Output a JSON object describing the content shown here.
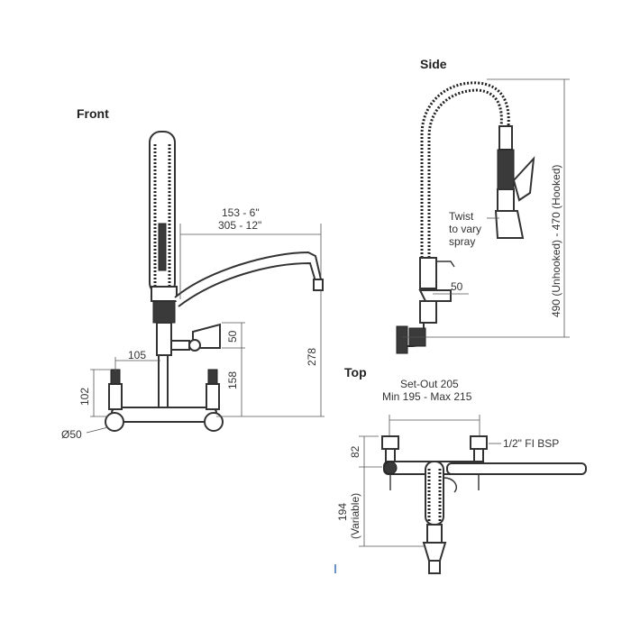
{
  "views": {
    "front": "Front",
    "side": "Side",
    "top": "Top"
  },
  "front_dims": {
    "reach_a": "153 - 6\"",
    "reach_b": "305 - 12\"",
    "h50": "50",
    "h158": "158",
    "h278": "278",
    "w105": "105",
    "h102": "102",
    "dia50": "Ø50"
  },
  "side_dims": {
    "twist_line1": "Twist",
    "twist_line2": "to vary",
    "twist_line3": "spray",
    "w50": "50",
    "height": "490 (Unhooked) - 470 (Hooked)"
  },
  "top_dims": {
    "setout_line1": "Set-Out 205",
    "setout_line2": "Min 195 - Max 215",
    "thread": "1/2\" FI BSP",
    "d82": "82",
    "d194": "194",
    "variable": "(Variable)"
  },
  "colors": {
    "line": "#333333",
    "dark_part": "#3a3a3a"
  }
}
